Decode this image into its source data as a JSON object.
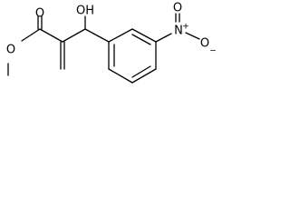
{
  "molecule": {
    "atoms": {
      "carbonyl_o": "O",
      "ester_o": "O",
      "hydroxyl": "OH",
      "nitro_n": "N",
      "nitro_n_charge": "+",
      "nitro_o_top": "O",
      "nitro_o_right": "O",
      "nitro_o_right_charge": "−"
    }
  }
}
